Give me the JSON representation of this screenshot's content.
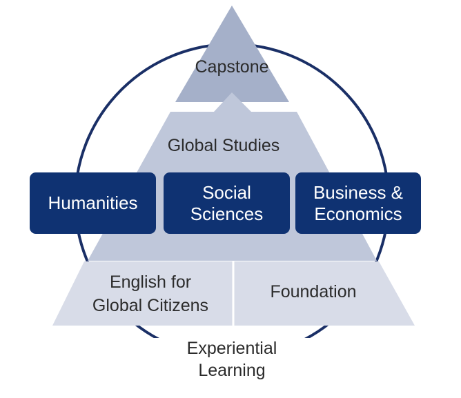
{
  "colors": {
    "ring": "#1a2f66",
    "capstone_fill": "#a5b0c9",
    "global_fill": "#bfc7da",
    "base_fill": "#d8dce8",
    "box_fill": "#0f3272",
    "divider": "#ffffff"
  },
  "experiential": {
    "line1": "Experiential",
    "line2": "Learning"
  },
  "capstone": {
    "label": "Capstone"
  },
  "global_studies": {
    "label": "Global Studies",
    "boxes": [
      {
        "line1": "Humanities",
        "line2": ""
      },
      {
        "line1": "Social",
        "line2": "Sciences"
      },
      {
        "line1": "Business &",
        "line2": "Economics"
      }
    ]
  },
  "base": {
    "left": {
      "line1": "English for",
      "line2": "Global Citizens"
    },
    "right": {
      "line1": "Foundation"
    }
  }
}
